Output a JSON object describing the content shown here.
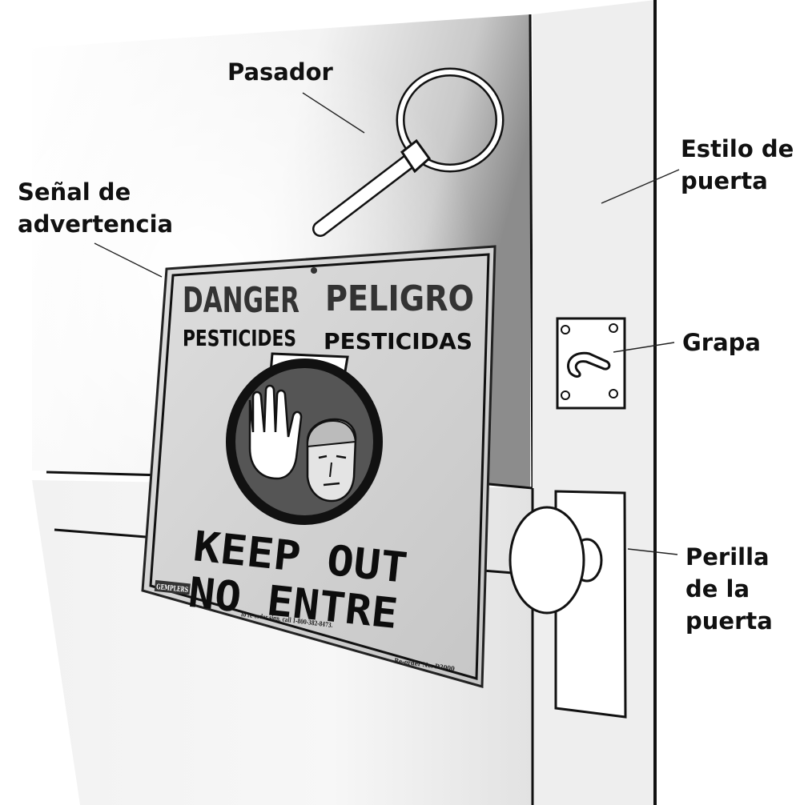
{
  "labels": {
    "pasador": "Pasador",
    "senal_line1": "Señal de",
    "senal_line2": "advertencia",
    "estilo_line1": "Estilo de",
    "estilo_line2": "puerta",
    "grapa": "Grapa",
    "perilla_line1": "Perilla",
    "perilla_line2": "de la",
    "perilla_line3": "puerta"
  },
  "sign": {
    "danger": "DANGER",
    "peligro": "PELIGRO",
    "pesticides": "PESTICIDES",
    "pesticidas": "PESTICIDAS",
    "keep_out": "KEEP OUT",
    "no_entre": "NO ENTRE",
    "brand": "GEMPLERS",
    "reorder_phone": "To re-order sign, call 1-800-382-8473.",
    "reorder_no": "Re-order No. D2000"
  },
  "colors": {
    "ink": "#111111",
    "panel_shadow": "#9a9a9a",
    "sign_face": "#d4d4d4",
    "sign_circle": "#5a5a5a"
  },
  "icons": [
    "hand-icon",
    "face-icon"
  ]
}
